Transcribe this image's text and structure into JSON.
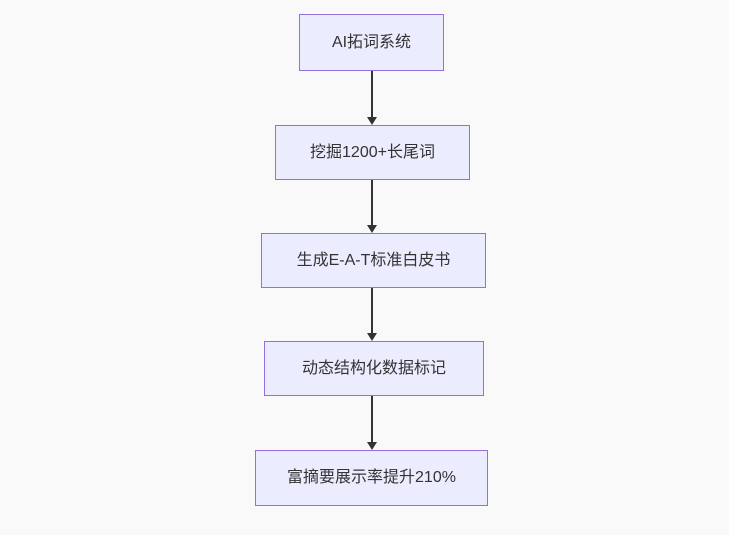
{
  "diagram": {
    "type": "flowchart",
    "direction": "top-down",
    "nodes": [
      {
        "label": "AI拓词系统"
      },
      {
        "label": "挖掘1200+长尾词"
      },
      {
        "label": "生成E-A-T标准白皮书"
      },
      {
        "label": "动态结构化数据标记"
      },
      {
        "label": "富摘要展示率提升210%"
      }
    ],
    "edges": [
      {
        "from": 0,
        "to": 1
      },
      {
        "from": 1,
        "to": 2
      },
      {
        "from": 2,
        "to": 3
      },
      {
        "from": 3,
        "to": 4
      }
    ],
    "colors": {
      "node_fill": "#ECECFF",
      "node_border": "#9370DB",
      "text": "#333333",
      "arrow": "#333333",
      "background": "#f9f9f9"
    }
  }
}
